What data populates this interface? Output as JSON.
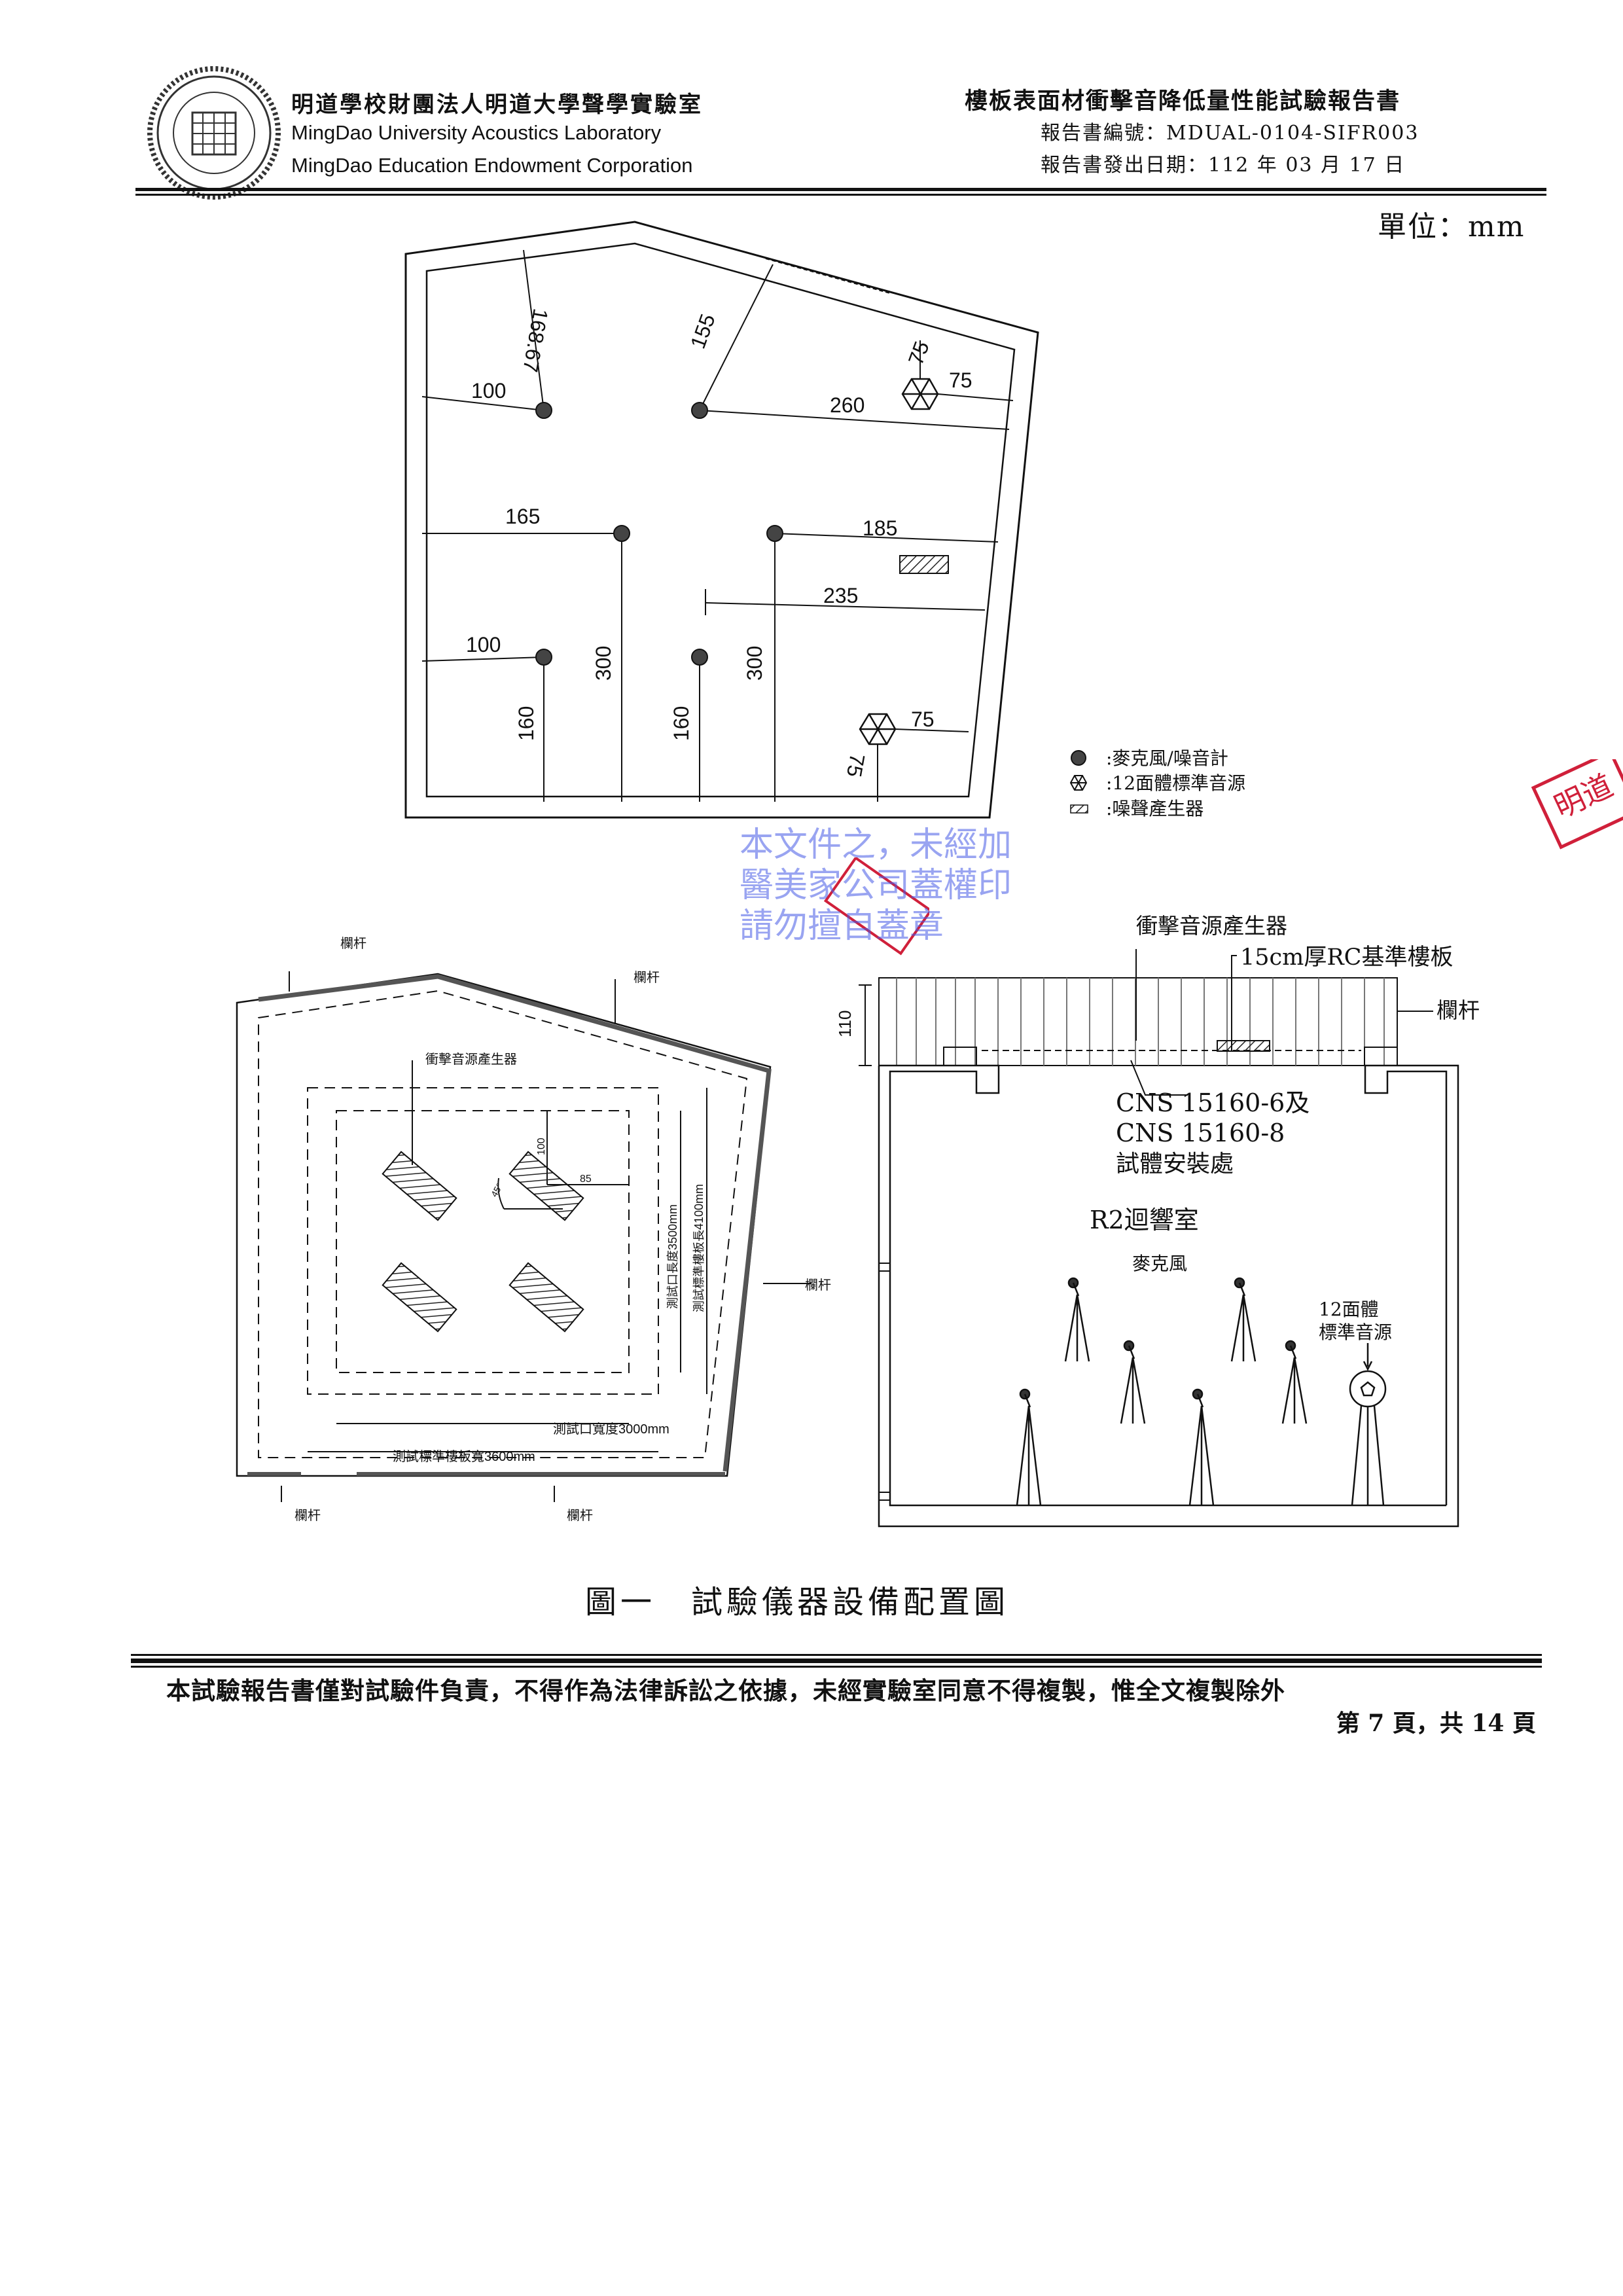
{
  "header": {
    "org_cn": "明道學校財團法人明道大學聲學實驗室",
    "org_en_1": "MingDao University Acoustics Laboratory",
    "org_en_2": "MingDao Education Endowment Corporation",
    "report_title": "樓板表面材衝擊音降低量性能試驗報告書",
    "report_no": "報告書編號：MDUAL-0104-SIFR003",
    "issue_date": "報告書發出日期：112 年 03 月 17 日"
  },
  "unit": "單位：mm",
  "plan": {
    "dims": {
      "d168": "168.67",
      "d155": "155",
      "d100a": "100",
      "d260": "260",
      "d75a": "75",
      "d75b": "75",
      "d165": "165",
      "d185": "185",
      "d235": "235",
      "d100b": "100",
      "d300a": "300",
      "d300b": "300",
      "d160a": "160",
      "d160b": "160",
      "d75c": "75",
      "d75d": "75"
    },
    "legend": [
      {
        "icon": "microphone-dot",
        "label": ":麥克風/噪音計"
      },
      {
        "icon": "dodecahedron-source",
        "label": ":12面體標準音源"
      },
      {
        "icon": "hatched-rect",
        "label": ":噪聲產生器"
      }
    ]
  },
  "slab_plan": {
    "railing": "欄杆",
    "tapping_machine": "衝擊音源產生器",
    "d100": "100",
    "d85": "85",
    "angle": "45°",
    "opening_length": "測試口長度3500mm",
    "slab_length": "測試標準樓板長4100mm",
    "opening_width": "測試口寬度3000mm",
    "slab_width": "測試標準樓板寬3600mm"
  },
  "section": {
    "tapping_machine": "衝擊音源產生器",
    "rc_slab": "15cm厚RC基準樓板",
    "railing": "欄杆",
    "d110": "110",
    "cns_1": "CNS 15160-6及",
    "cns_2": "CNS 15160-8",
    "install": "試體安裝處",
    "room": "R2迴響室",
    "mic": "麥克風",
    "source_1": "12面體",
    "source_2": "標準音源"
  },
  "caption": "圖一　試驗儀器設備配置圖",
  "footer": {
    "disclaimer": "本試驗報告書僅對試驗件負責，不得作為法律訴訟之依據，未經實驗室同意不得複製，惟全文複製除外",
    "page": "第 7 頁，共 14 頁"
  },
  "watermark": {
    "line1": "本文件之，未經加",
    "line2": "醫美家公司蓋權印",
    "line3": "請勿擅自蓋章"
  },
  "colors": {
    "ink": "#111111",
    "stamp": "#d0203a",
    "watermark": "#5a6ee6"
  }
}
